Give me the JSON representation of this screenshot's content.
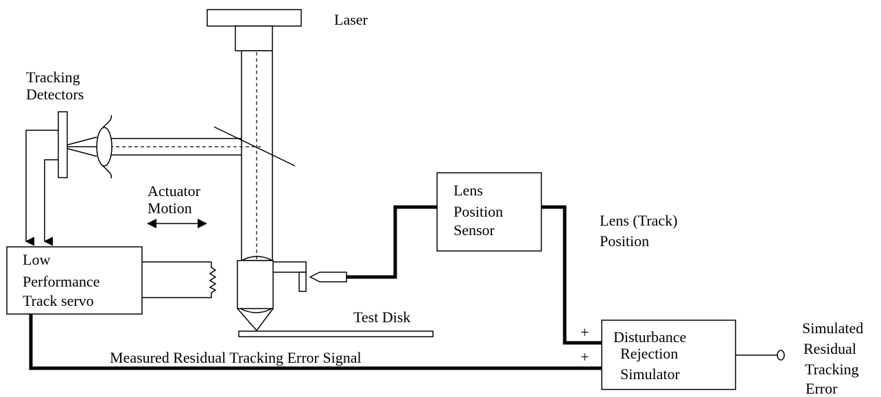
{
  "labels": {
    "laser": "Laser",
    "tracking_line1": "Tracking",
    "tracking_line2": "Detectors",
    "actuator_line1": "Actuator",
    "actuator_line2": "Motion",
    "lens_sensor_line1": "Lens",
    "lens_sensor_line2": "Position",
    "lens_sensor_line3": "Sensor",
    "lens_track_line1": "Lens (Track)",
    "lens_track_line2": "Position",
    "low_perf_line1": "Low",
    "low_perf_line2": "Performance",
    "low_perf_line3": "Track servo",
    "test_disk": "Test Disk",
    "measured_signal": "Measured Residual Tracking Error Signal",
    "dist_line1": "Disturbance",
    "dist_line2": "Rejection",
    "dist_line3": "Simulator",
    "plus_top": "+",
    "plus_bottom": "+",
    "sim_line1": "Simulated",
    "sim_line2": "Residual",
    "sim_line3": "Tracking",
    "sim_line4": "Error"
  }
}
